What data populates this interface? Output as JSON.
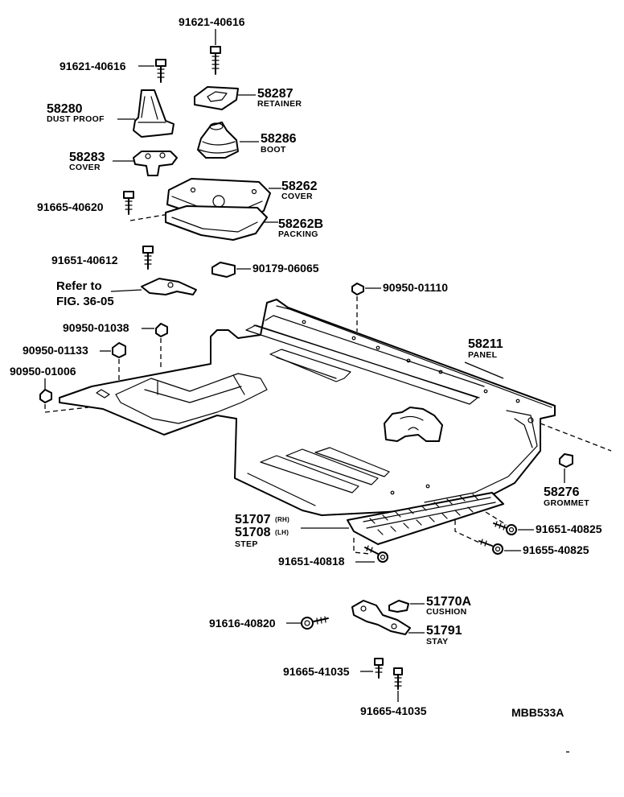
{
  "labels": {
    "p91621_top": "91621-40616",
    "p91621_left": "91621-40616",
    "p58287": "58287",
    "p58287_name": "RETAINER",
    "p58280": "58280",
    "p58280_name": "DUST PROOF",
    "p58286": "58286",
    "p58286_name": "BOOT",
    "p58283": "58283",
    "p58283_name": "COVER",
    "p58262": "58262",
    "p58262_name": "COVER",
    "p91665_40620": "91665-40620",
    "p58262b": "58262B",
    "p58262b_name": "PACKING",
    "p91651_40612": "91651-40612",
    "p90179": "90179-06065",
    "refer_line1": "Refer to",
    "refer_line2": "FIG. 36-05",
    "p90950_01110": "90950-01110",
    "p90950_01038": "90950-01038",
    "p90950_01133": "90950-01133",
    "p90950_01006": "90950-01006",
    "p58211": "58211",
    "p58211_name": "PANEL",
    "p58276": "58276",
    "p58276_name": "GROMMET",
    "p51707": "51707",
    "p51707_side": "(RH)",
    "p51708": "51708",
    "p51708_side": "(LH)",
    "step_name": "STEP",
    "p91651_40825": "91651-40825",
    "p91655_40825": "91655-40825",
    "p91651_40818": "91651-40818",
    "p51770a": "51770A",
    "p51770a_name": "CUSHION",
    "p91616": "91616-40820",
    "p51791": "51791",
    "p51791_name": "STAY",
    "p91665_41035_a": "91665-41035",
    "p91665_41035_b": "91665-41035",
    "drawing_code": "MBB533A"
  }
}
